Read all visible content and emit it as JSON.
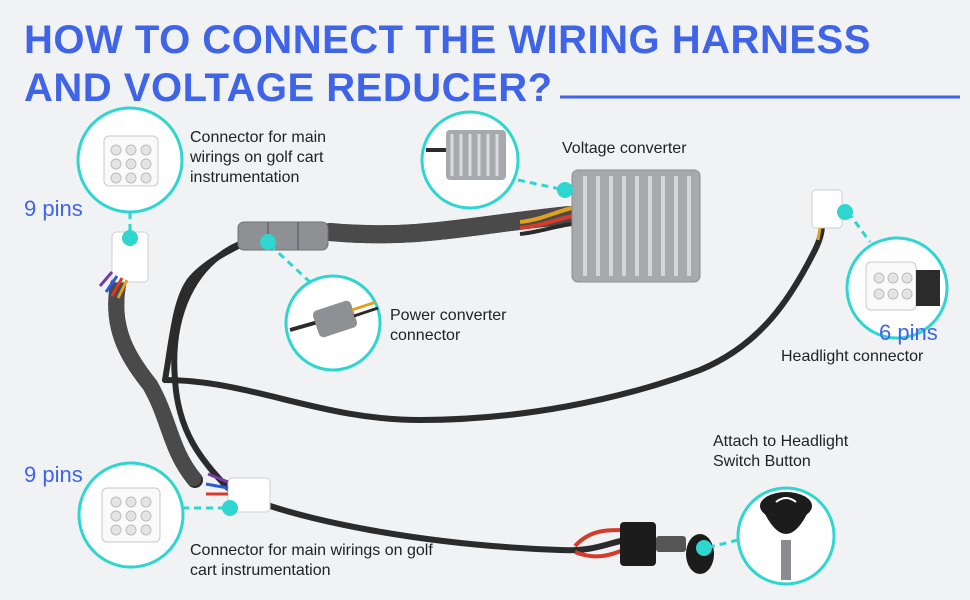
{
  "title": {
    "line1": "HOW TO CONNECT THE WIRING HARNESS",
    "line2": "AND VOLTAGE REDUCER?"
  },
  "labels": {
    "connector_top_line1": "Connector for main",
    "connector_top_line2": "wirings on golf cart",
    "connector_top_line3": "instrumentation",
    "voltage_converter": "Voltage converter",
    "power_connector_line1": "Power converter",
    "power_connector_line2": "connector",
    "headlight_connector": "Headlight connector",
    "switch_line1": "Attach to Headlight",
    "switch_line2": "Switch Button",
    "connector_bottom_line1": "Connector for main wirings on golf",
    "connector_bottom_line2": "cart instrumentation"
  },
  "pins": {
    "top_left": "9 pins",
    "bottom_left": "9 pins",
    "headlight": "6 pins"
  },
  "colors": {
    "accent": "#3f64e8",
    "callout": "#2fd6d0",
    "wire": "#2b2b2b",
    "background": "#f1f2f4"
  }
}
